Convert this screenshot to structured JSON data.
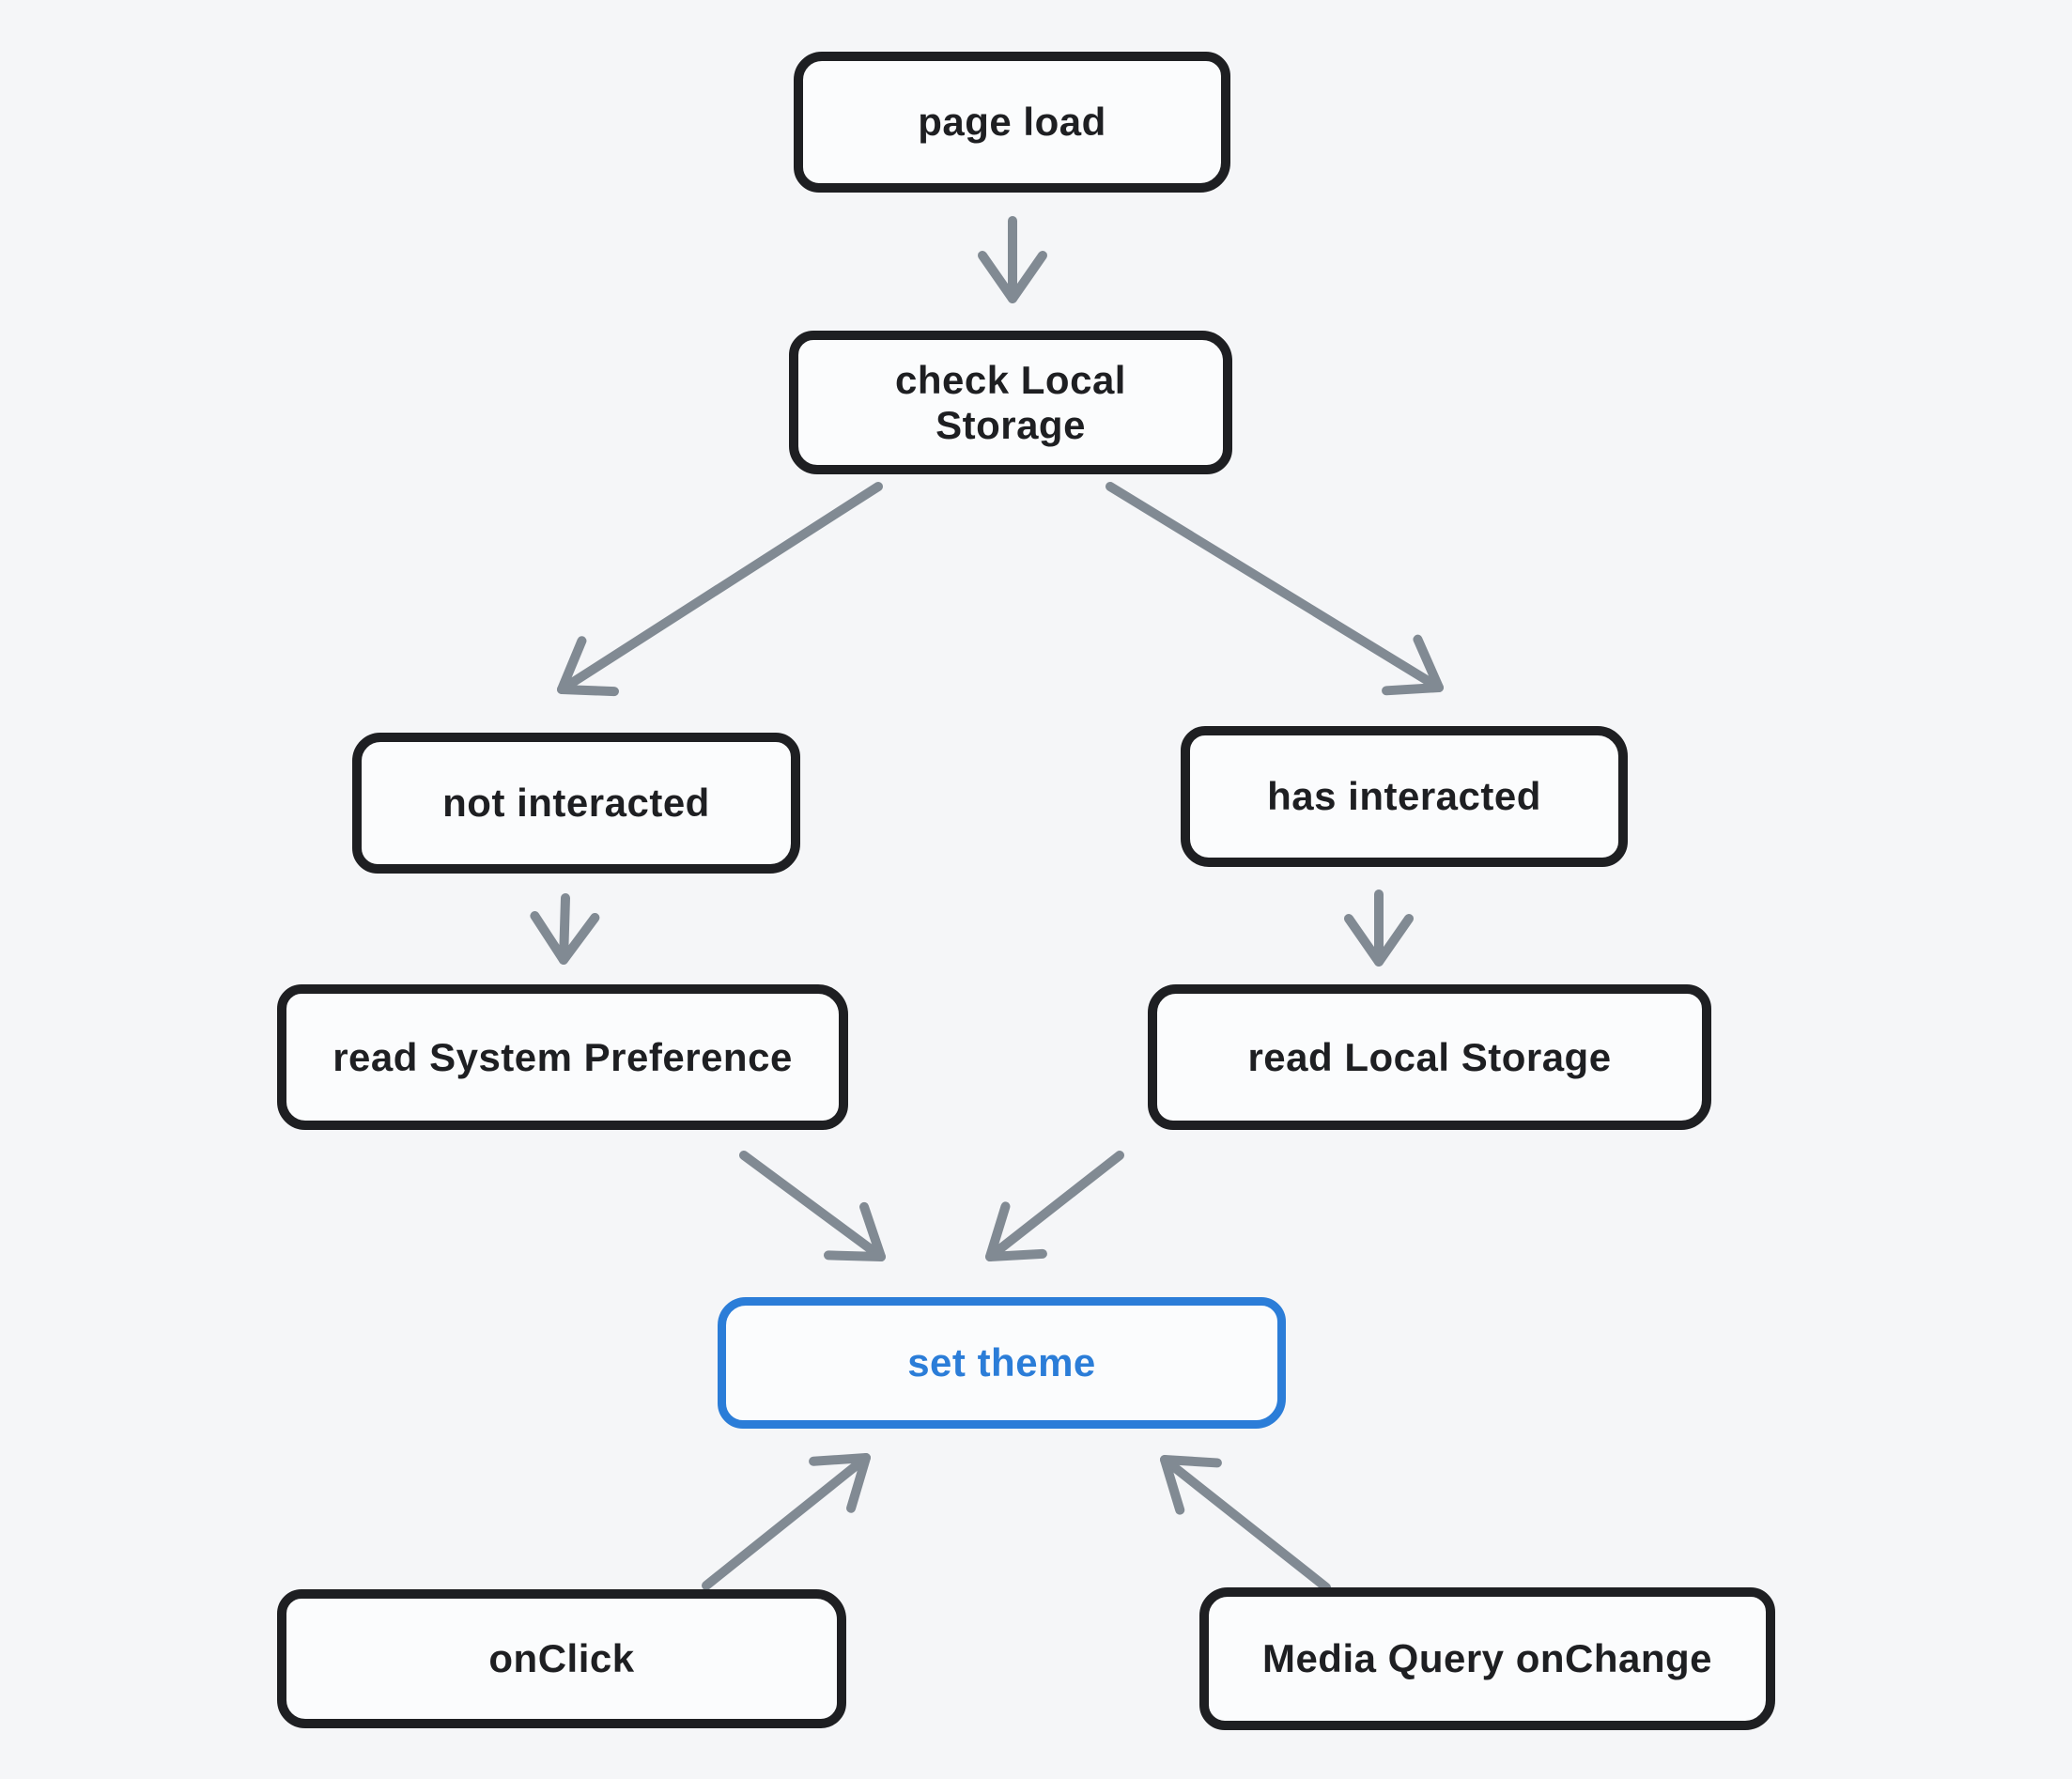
{
  "nodes": {
    "page_load": {
      "label": "page load"
    },
    "check_local_storage": {
      "label": "check Local Storage"
    },
    "not_interacted": {
      "label": "not interacted"
    },
    "has_interacted": {
      "label": "has interacted"
    },
    "read_system_preference": {
      "label": "read System Preference"
    },
    "read_local_storage": {
      "label": "read Local Storage"
    },
    "set_theme": {
      "label": "set theme"
    },
    "onclick": {
      "label": "onClick"
    },
    "media_query_onchange": {
      "label": "Media Query onChange"
    }
  },
  "edges": [
    {
      "from": "page load",
      "to": "check Local Storage"
    },
    {
      "from": "check Local Storage",
      "to": "not interacted"
    },
    {
      "from": "check Local Storage",
      "to": "has interacted"
    },
    {
      "from": "not interacted",
      "to": "read System Preference"
    },
    {
      "from": "has interacted",
      "to": "read Local Storage"
    },
    {
      "from": "read System Preference",
      "to": "set theme"
    },
    {
      "from": "read Local Storage",
      "to": "set theme"
    },
    {
      "from": "onClick",
      "to": "set theme"
    },
    {
      "from": "Media Query onChange",
      "to": "set theme"
    }
  ],
  "colors": {
    "background": "#f5f6f8",
    "node_fill": "#fbfcfd",
    "ink": "#1e1f22",
    "accent_blue": "#2b7dd8",
    "arrow_gray": "#818a93"
  }
}
